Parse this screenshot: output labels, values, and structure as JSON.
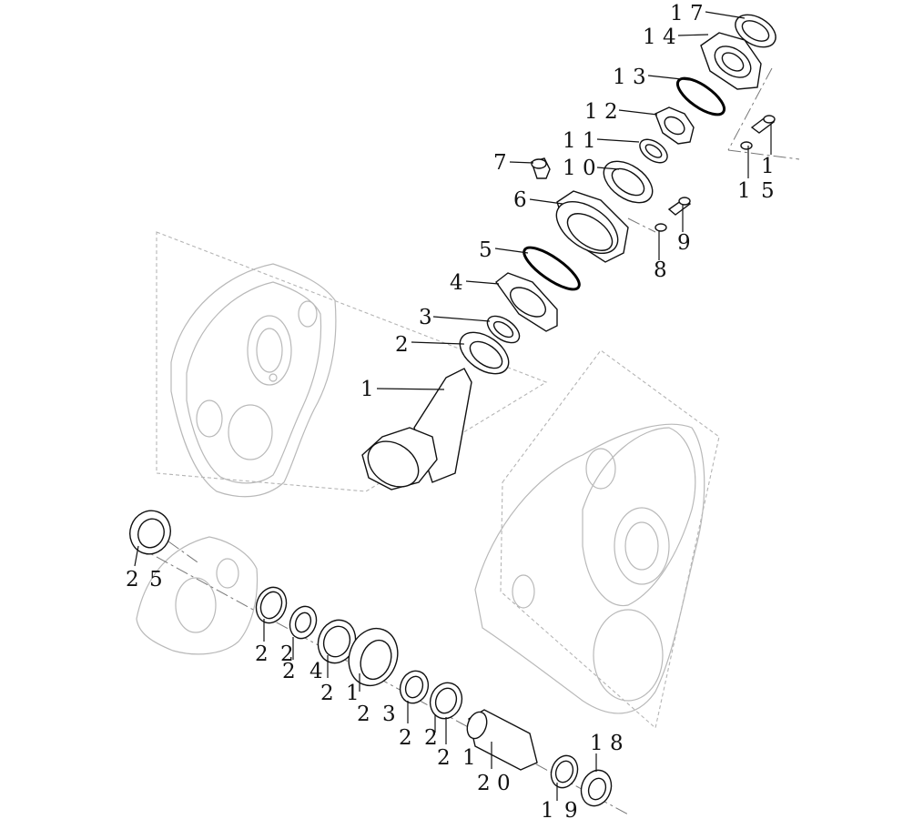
{
  "callouts": [
    {
      "id": "17",
      "text": "1 7"
    },
    {
      "id": "14",
      "text": "1 4"
    },
    {
      "id": "13",
      "text": "1 3"
    },
    {
      "id": "12",
      "text": "1 2"
    },
    {
      "id": "11",
      "text": "1 1"
    },
    {
      "id": "7",
      "text": "7"
    },
    {
      "id": "10",
      "text": "1 0"
    },
    {
      "id": "6",
      "text": "6"
    },
    {
      "id": "5",
      "text": "5"
    },
    {
      "id": "4",
      "text": "4"
    },
    {
      "id": "3",
      "text": "3"
    },
    {
      "id": "2",
      "text": "2"
    },
    {
      "id": "1",
      "text": "1"
    },
    {
      "id": "15a",
      "text": "1"
    },
    {
      "id": "15b",
      "text": "5"
    },
    {
      "id": "15c",
      "text": "1"
    },
    {
      "id": "9",
      "text": "9"
    },
    {
      "id": "8",
      "text": "8"
    },
    {
      "id": "25a",
      "text": "2"
    },
    {
      "id": "25b",
      "text": "5"
    },
    {
      "id": "b1",
      "text": "2"
    },
    {
      "id": "b2",
      "text": "2"
    },
    {
      "id": "b3",
      "text": "2"
    },
    {
      "id": "b4",
      "text": "4"
    },
    {
      "id": "b5",
      "text": "2"
    },
    {
      "id": "b6",
      "text": "1"
    },
    {
      "id": "b7",
      "text": "2"
    },
    {
      "id": "b8",
      "text": "3"
    },
    {
      "id": "b9",
      "text": "2"
    },
    {
      "id": "b10",
      "text": "2"
    },
    {
      "id": "b11",
      "text": "2"
    },
    {
      "id": "b12",
      "text": "1"
    },
    {
      "id": "b13",
      "text": "2 0"
    },
    {
      "id": "b14",
      "text": "1 8"
    },
    {
      "id": "b15",
      "text": "1"
    },
    {
      "id": "b16",
      "text": "9"
    }
  ]
}
